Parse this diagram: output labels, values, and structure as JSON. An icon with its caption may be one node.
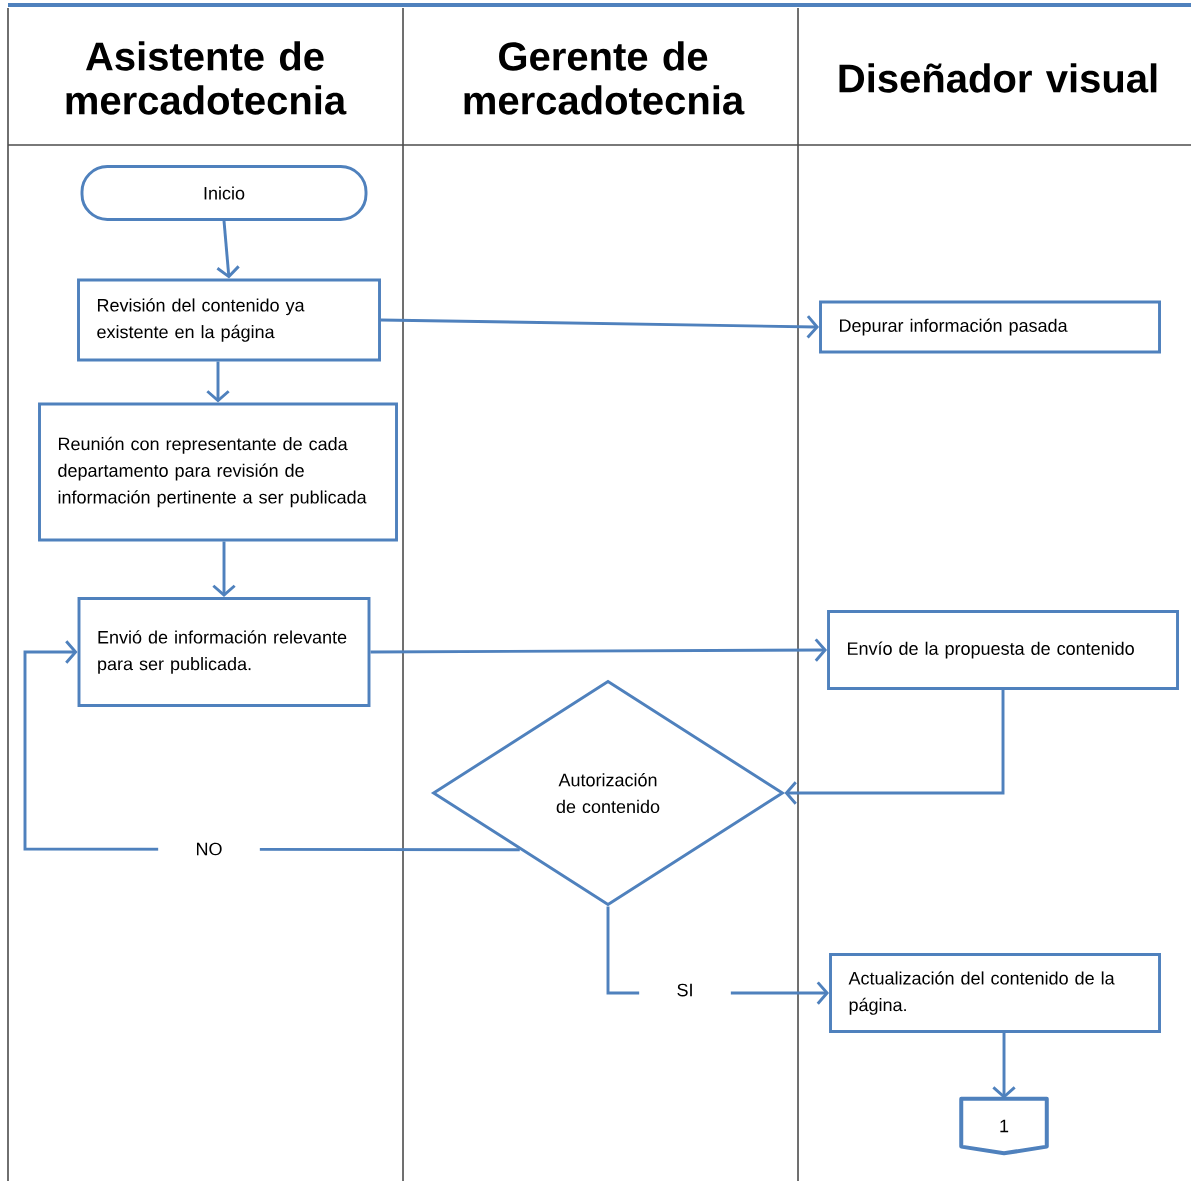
{
  "diagram": {
    "nodes": [
      {
        "text": [
          "Inicio"
        ]
      },
      {
        "text": [
          "Revisión del contenido ya existente en la página"
        ]
      },
      {
        "text": [
          "Depurar información pasada"
        ]
      },
      {
        "text": [
          "Reunión con representante de cada departamento para revisión de información pertinente a ser publicada"
        ]
      },
      {
        "text": [
          "Envió de información relevante para ser publicada."
        ]
      },
      {
        "text": [
          "Envío de la propuesta de contenido"
        ]
      },
      {
        "text": [
          "Autorización de contenido"
        ]
      },
      {
        "text": [
          "Actualización del contenido de la página."
        ]
      },
      {
        "text": [
          "1"
        ]
      }
    ],
    "edges": [
      {
        "from": 0,
        "to": 1,
        "arrow": "to"
      },
      {
        "from": 1,
        "to": 2,
        "arrow": "to"
      },
      {
        "from": 1,
        "to": 3,
        "arrow": "to"
      },
      {
        "from": 3,
        "to": 4,
        "arrow": "to"
      },
      {
        "from": 4,
        "to": 5,
        "arrow": "to"
      },
      {
        "from": 5,
        "to": 6,
        "arrow": "to"
      },
      {
        "from": 6,
        "to": 4,
        "arrow": "to",
        "label": "NO"
      },
      {
        "from": 6,
        "to": 7,
        "arrow": "to",
        "label": "SI"
      },
      {
        "from": 7,
        "to": 8,
        "arrow": "to"
      }
    ],
    "labels": [
      "Asistente de mercadotecnia",
      "Gerente de mercadotecnia",
      "Diseñador visual"
    ]
  }
}
